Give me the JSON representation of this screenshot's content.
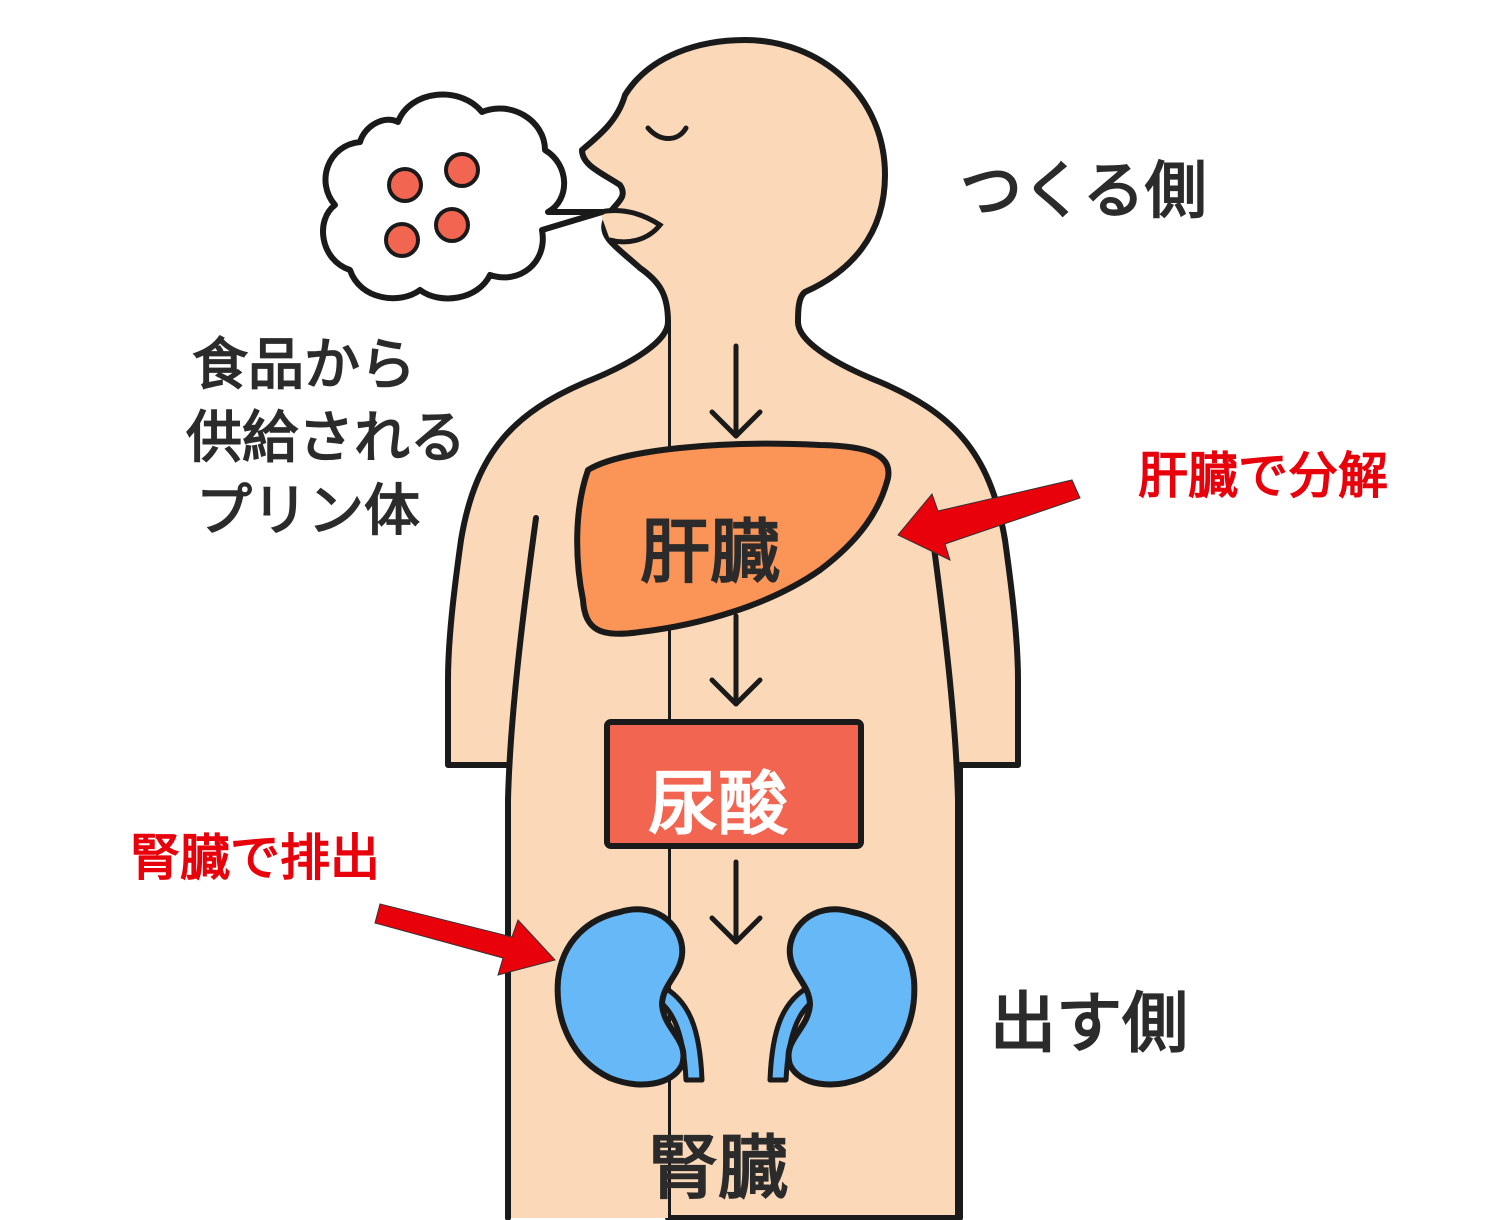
{
  "labels": {
    "producer_side": "つくる側",
    "excreter_side": "出す側",
    "food_supply": [
      "食品から",
      "供給される",
      "プリン体"
    ],
    "liver": "肝臓",
    "uric_acid": "尿酸",
    "kidney": "腎臓",
    "liver_note": "肝臓で分解",
    "kidney_note": "腎臓で排出"
  },
  "colors": {
    "skin": "#fbd8b8",
    "outline": "#1a1a1a",
    "liver": "#fb9457",
    "uric_box": "#f26550",
    "purine_dot": "#f26550",
    "kidney": "#67b8f7",
    "annotation_red": "#e8000b",
    "text_dark": "#2b2b2b",
    "white": "#ffffff"
  }
}
